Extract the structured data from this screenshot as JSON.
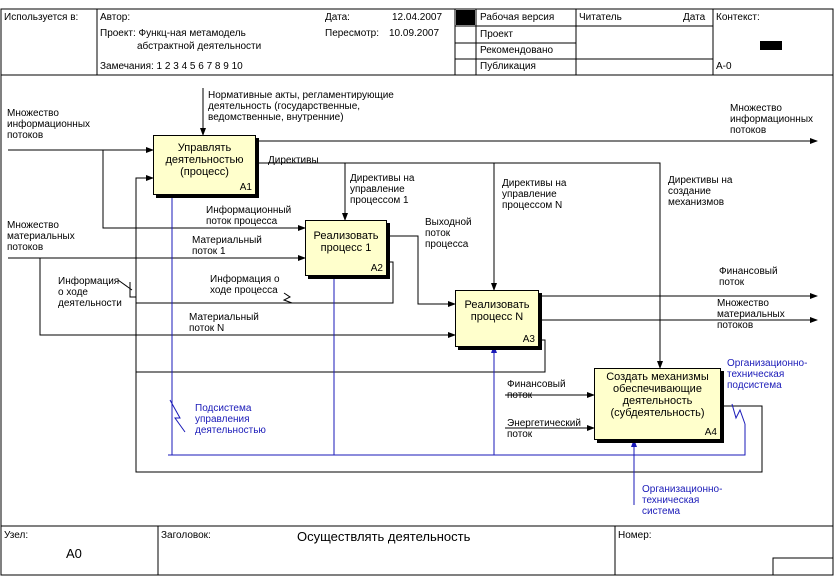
{
  "header": {
    "used_in_label": "Используется в:",
    "author_label": "Автор:",
    "project_line": "Проект:  Функц-ная метамодель",
    "project_line2": "абстрактной деятельности",
    "notes_line": "Замечания:  1  2  3  4  5  6  7  8  9  10",
    "date_label": "Дата:",
    "date_value": "12.04.2007",
    "rev_label": "Пересмотр:",
    "rev_value": "10.09.2007",
    "status_work": "Рабочая версия",
    "status_draft": "Проект",
    "status_recommended": "Рекомендовано",
    "status_publication": "Публикация",
    "reader_label": "Читатель",
    "reader_date_label": "Дата",
    "context_label": "Контекст:",
    "context_node": "А-0"
  },
  "boxes": [
    {
      "title": "Управлять\nдеятельностью\n(процесс)",
      "id": "A1"
    },
    {
      "title": "Реализовать\nпроцесс 1",
      "id": "A2"
    },
    {
      "title": "Реализовать\nпроцесс N",
      "id": "A3"
    },
    {
      "title": "Создать механизмы\nобеспечивающие\nдеятельность\n(субдеятельность)",
      "id": "A4"
    }
  ],
  "labels": {
    "normative": "Нормативные акты, регламентирующие\nдеятельность (государственные,\nведомственные, внутренние)",
    "info_in": "Множество\nинформационных\nпотоков",
    "info_out": "Множество\nинформационных\nпотоков",
    "directives": "Директивы",
    "dir_proc1": "Директивы на\nуправление\nпроцессом 1",
    "dir_procN": "Директивы на\nуправление\nпроцессом N",
    "dir_mech": "Директивы на\nсоздание\nмеханизмов",
    "info_flow": "Информационный\nпоток процесса",
    "mat_in": "Множество\nматериальных\nпотоков",
    "mat_flow1": "Материальный\nпоток 1",
    "out_flow": "Выходной\nпоток\nпроцесса",
    "info_progress_left": "Информация\nо ходе\nдеятельности",
    "info_progress": "Информация о\nходе процесса",
    "mat_flowN": "Материальный\nпоток N",
    "fin_flow_out": "Финансовый\nпоток",
    "mat_out": "Множество\nматериальных\nпотоков",
    "org_tech_sub": "Организационно-\nтехническая\nподсистема",
    "fin_flow_in": "Финансовый\nпоток",
    "energy_flow": "Энергетический\nпоток",
    "mgmt_subsystem": "Подсистема\nуправления\nдеятельностью",
    "org_tech_sys": "Организационно-\nтехническая\nсистема"
  },
  "footer": {
    "node_label": "Узел:",
    "node_value": "А0",
    "title_label": "Заголовок:",
    "title_value": "Осуществлять деятельность",
    "number_label": "Номер:"
  }
}
